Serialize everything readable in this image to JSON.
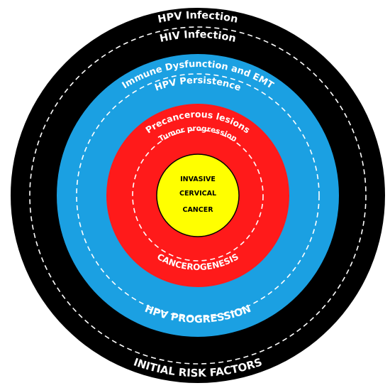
{
  "colors": {
    "background": "#ffffff",
    "outer_ring": "#000000",
    "middle_ring": "#1ba0e2",
    "inner_ring": "#ff1a1a",
    "core": "#ffff00",
    "dashes": "#ffffff",
    "core_outline": "#000000"
  },
  "rings": {
    "outer": {
      "top_1": "HPV Infection",
      "top_2": "HIV Infection",
      "bottom": "INITIAL RISK FACTORS"
    },
    "middle": {
      "top_1": "Immune Dysfunction and EMT",
      "top_2": "HPV Persistence",
      "bottom": "HPV PROGRESSION"
    },
    "inner": {
      "top_1": "Precancerous lesions",
      "top_2": "Tumor progression",
      "bottom": "CANCEROGENESIS"
    },
    "core": {
      "line_1": "INVASIVE",
      "line_2": "CERVICAL",
      "line_3": "CANCER"
    }
  }
}
